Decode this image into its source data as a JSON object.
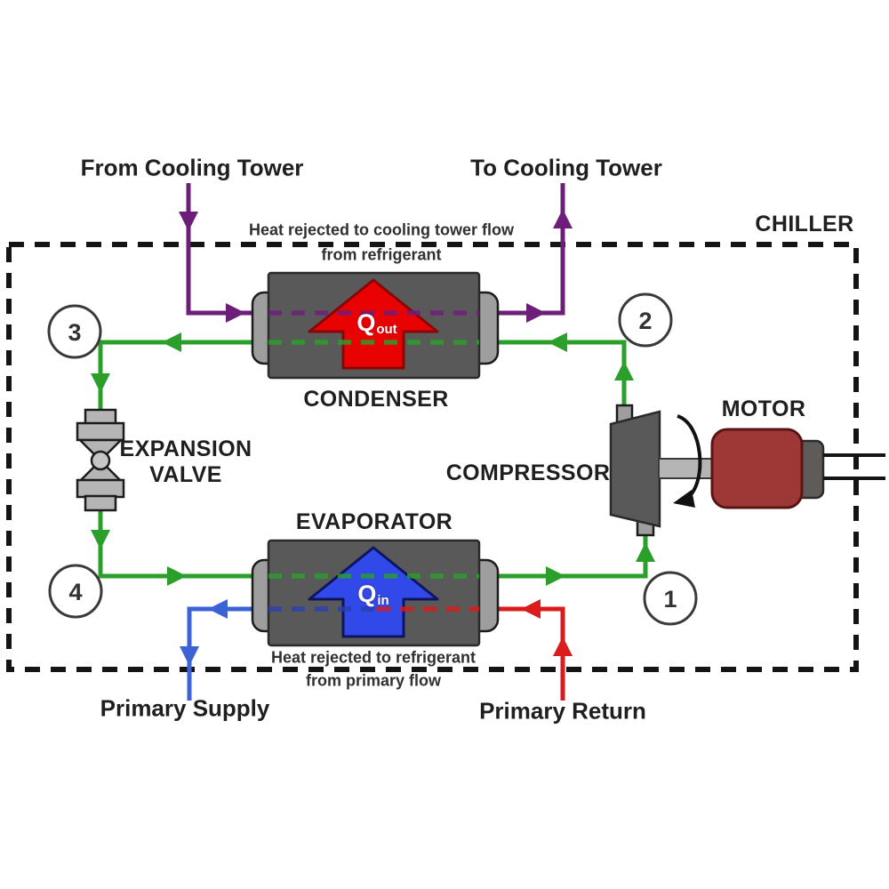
{
  "diagram": {
    "boundary_label": "CHILLER",
    "external_flows": {
      "from_cooling_tower": "From Cooling Tower",
      "to_cooling_tower": "To Cooling Tower",
      "primary_supply": "Primary Supply",
      "primary_return": "Primary Return"
    },
    "components": {
      "condenser": "CONDENSER",
      "evaporator": "EVAPORATOR",
      "expansion_valve_line1": "EXPANSION",
      "expansion_valve_line2": "VALVE",
      "compressor": "COMPRESSOR",
      "motor": "MOTOR"
    },
    "heat_flows": {
      "q_out_symbol": "Q",
      "q_out_subscript": "out",
      "q_in_symbol": "Q",
      "q_in_subscript": "in",
      "condenser_note_line1": "Heat rejected to cooling tower flow",
      "condenser_note_line2": "from refrigerant",
      "evaporator_note_line1": "Heat rejected to refrigerant",
      "evaporator_note_line2": "from primary flow"
    },
    "state_points": [
      "1",
      "2",
      "3",
      "4"
    ]
  },
  "colors": {
    "refrigerant_green": "#2aa02a",
    "cooling_purple": "#6d1e79",
    "supply_blue": "#3b63d6",
    "return_red": "#da1c1c",
    "qout_red": "#e80202",
    "qin_blue": "#3149e8",
    "vessel_gray": "#595959",
    "cap_gray": "#9e9e9e",
    "motor_red": "#9e3836"
  }
}
